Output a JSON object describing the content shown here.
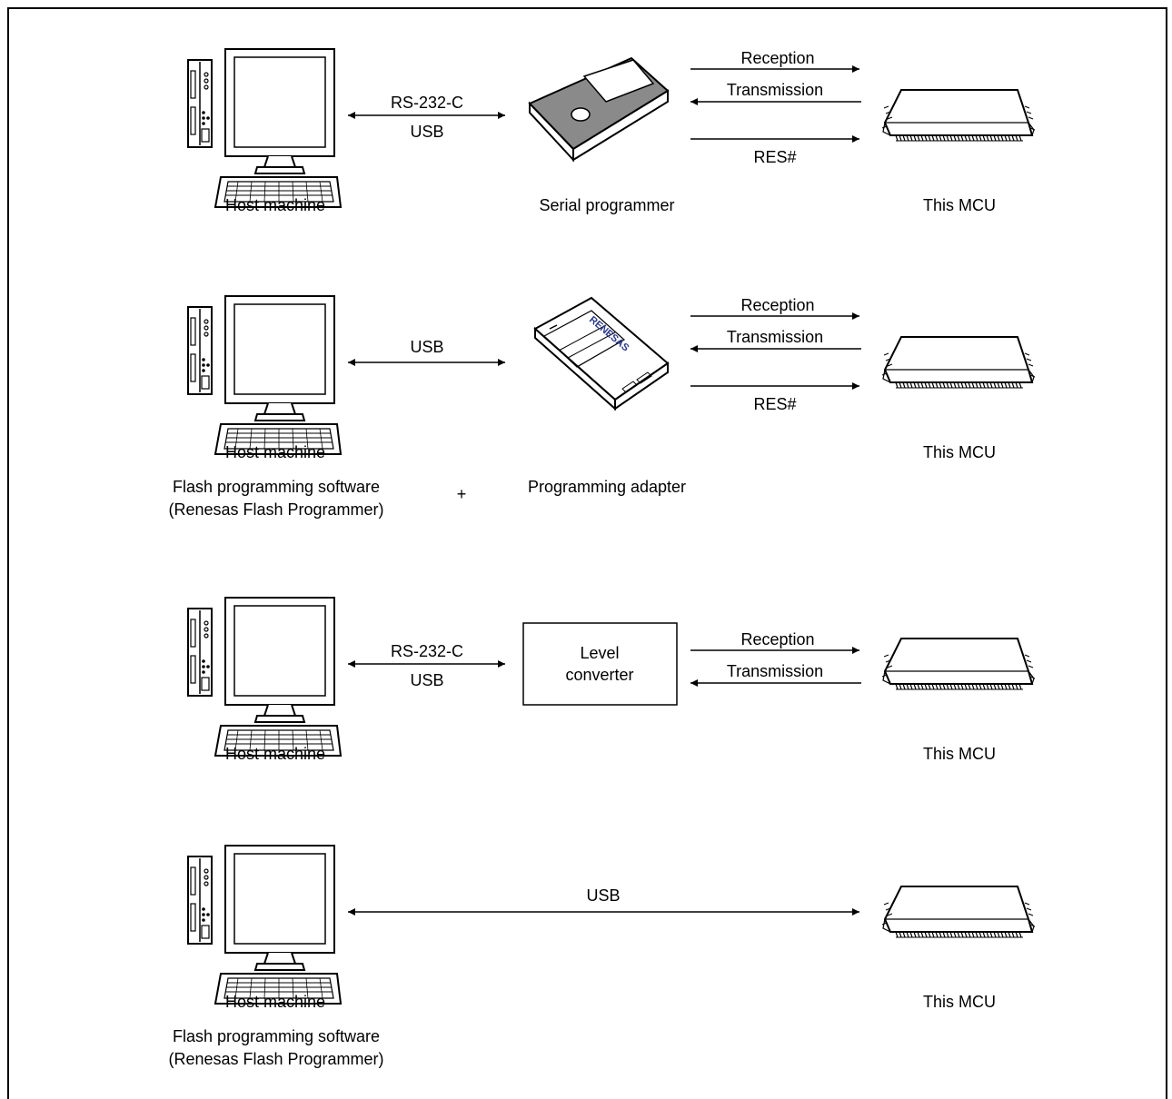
{
  "rows": [
    {
      "host_label": "Host machine",
      "link_label_1": "RS-232-C",
      "link_label_2": "USB",
      "device_label": "Serial programmer",
      "signals": [
        "Reception",
        "Transmission",
        "RES#"
      ],
      "mcu_label": "This MCU"
    },
    {
      "host_label": "Host machine",
      "link_label": "USB",
      "device_label": "Programming adapter",
      "device_logo_text": "RENESAS",
      "signals": [
        "Reception",
        "Transmission",
        "RES#"
      ],
      "mcu_label": "This MCU",
      "software_line_1": "Flash programming software",
      "software_line_2": "(Renesas Flash Programmer)",
      "plus_sign": "+"
    },
    {
      "host_label": "Host machine",
      "link_label_1": "RS-232-C",
      "link_label_2": "USB",
      "device_line_1": "Level",
      "device_line_2": "converter",
      "signals": [
        "Reception",
        "Transmission"
      ],
      "mcu_label": "This MCU"
    },
    {
      "host_label": "Host machine",
      "link_label": "USB",
      "mcu_label": "This MCU",
      "software_line_1": "Flash programming software",
      "software_line_2": "(Renesas Flash Programmer)"
    }
  ]
}
